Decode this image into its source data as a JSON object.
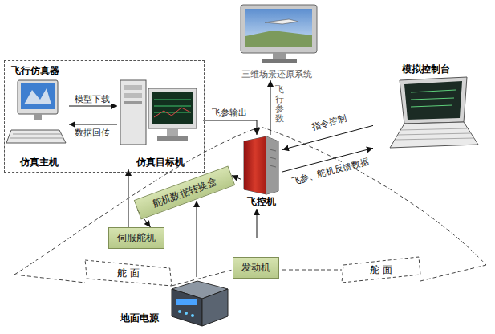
{
  "diagram": {
    "nodes": [
      {
        "text": [
          "三维场景还原系统"
        ]
      },
      {
        "text": [
          "飞行仿真器"
        ]
      },
      {
        "text": [
          "仿真主机"
        ],
        "in": 1
      },
      {
        "text": [
          "仿真目标机"
        ],
        "in": 1
      },
      {
        "text": [
          "模拟控制台"
        ]
      },
      {
        "text": [
          "飞控机"
        ]
      },
      {
        "text": [
          "舵机数据转换盒"
        ]
      },
      {
        "text": [
          "伺服舵机"
        ]
      },
      {
        "text": [
          "发动机"
        ]
      },
      {
        "text": [
          "舵 面"
        ]
      },
      {
        "text": [
          "舵 面"
        ]
      },
      {
        "text": [
          "地面电源"
        ]
      }
    ],
    "edges": [
      {
        "from": 2,
        "to": 3,
        "arrow": "to",
        "label": "模型下载"
      },
      {
        "from": 3,
        "to": 2,
        "arrow": "to",
        "label": "数据回传"
      },
      {
        "from": 3,
        "to": 5,
        "arrow": "to",
        "label": "飞参输出"
      },
      {
        "from": 5,
        "to": 0,
        "arrow": "to",
        "label": "飞行参数"
      },
      {
        "from": 4,
        "to": 5,
        "arrow": "to",
        "label": "指令控制"
      },
      {
        "from": 5,
        "to": 4,
        "arrow": "to",
        "label": "飞参、舵机反馈数据"
      },
      {
        "from": 5,
        "to": 6,
        "arrow": "to"
      },
      {
        "from": 6,
        "to": 7,
        "arrow": "to"
      },
      {
        "from": 7,
        "to": 3,
        "arrow": "to"
      },
      {
        "from": 7,
        "to": 5,
        "arrow": "to"
      },
      {
        "from": 11,
        "to": 6,
        "arrow": "to"
      }
    ]
  }
}
